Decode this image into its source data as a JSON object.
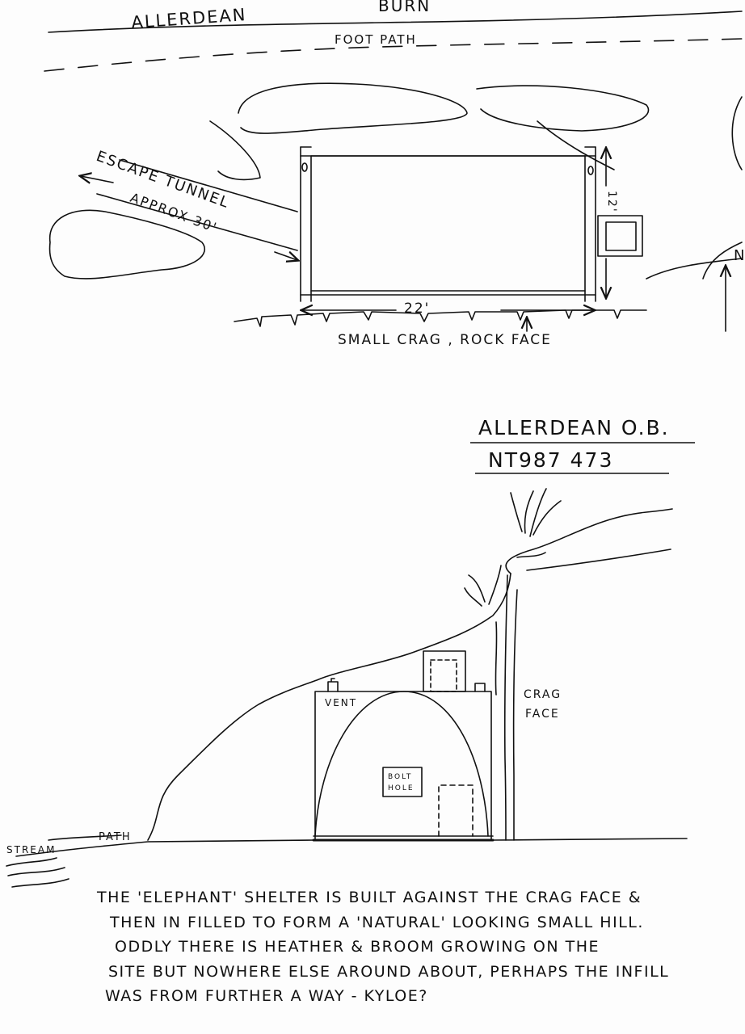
{
  "plan": {
    "stream_label_1": "ALLERDEAN",
    "stream_label_2": "BURN",
    "footpath_label": "FOOT PATH",
    "tunnel_label": "ESCAPE TUNNEL",
    "tunnel_length": "APPROX 30'",
    "width_label": "22'",
    "depth_label": "12'",
    "crag_label": "SMALL CRAG , ROCK FACE",
    "north_label": "N"
  },
  "site": {
    "name": "ALLERDEAN O.B.",
    "grid_ref": "NT987 473"
  },
  "elevation": {
    "vent_label": "VENT",
    "bolt_hole_line1": "BOLT",
    "bolt_hole_line2": "HOLE",
    "crag_face_line1": "CRAG",
    "crag_face_line2": "FACE",
    "path_label": "PATH",
    "stream_label": "STREAM"
  },
  "note": {
    "lines": [
      "THE 'ELEPHANT' SHELTER IS BUILT AGAINST THE CRAG FACE &",
      "THEN IN FILLED TO FORM A 'NATURAL' LOOKING SMALL HILL.",
      "ODDLY THERE IS HEATHER & BROOM GROWING ON THE",
      "SITE BUT NOWHERE ELSE AROUND ABOUT, PERHAPS THE INFILL",
      "WAS FROM FURTHER A WAY - KYLOE?"
    ]
  }
}
